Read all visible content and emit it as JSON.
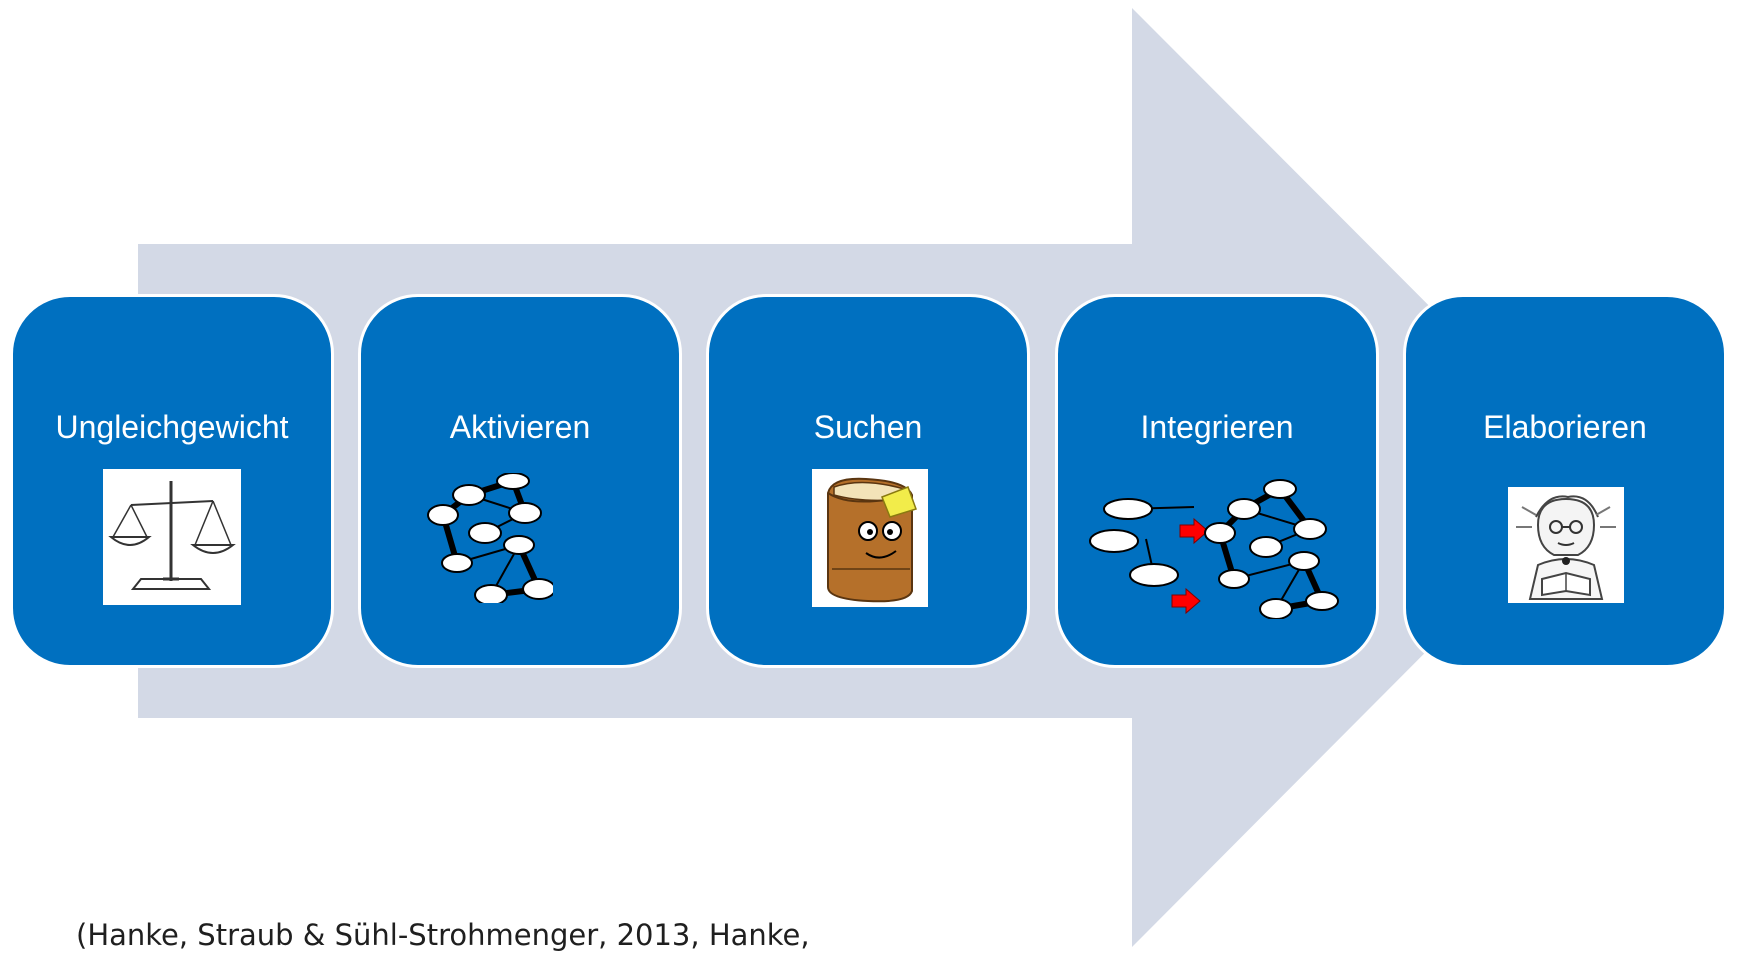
{
  "colors": {
    "arrow": "#d3d9e6",
    "step_fill": "#0070c0",
    "step_text": "#ffffff",
    "network_arrow": "#ff0000"
  },
  "steps": [
    {
      "label": "Ungleichgewicht",
      "icon": "scale-icon"
    },
    {
      "label": "Aktivieren",
      "icon": "network-icon"
    },
    {
      "label": "Suchen",
      "icon": "book-icon"
    },
    {
      "label": "Integrieren",
      "icon": "network-integration-icon"
    },
    {
      "label": "Elaborieren",
      "icon": "thinking-person-icon"
    }
  ],
  "citation": "(Hanke, Straub & Sühl-Strohmenger, 2013, Hanke,"
}
